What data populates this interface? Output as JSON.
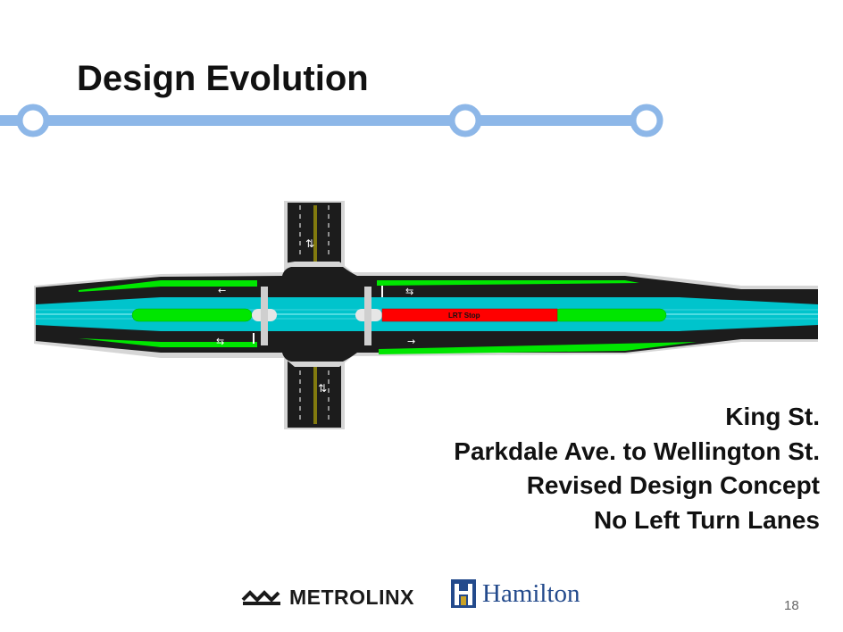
{
  "slide": {
    "title": "Design Evolution",
    "page_number": "18"
  },
  "caption": {
    "line1": "King St.",
    "line2": "Parkdale Ave. to Wellington St.",
    "line3": "Revised Design Concept",
    "line4": "No Left Turn Lanes"
  },
  "diagram": {
    "stop_label": "LRT Stop"
  },
  "logos": {
    "metrolinx": "METROLINX",
    "hamilton": "Hamilton"
  },
  "colors": {
    "accent_line": "#8db7e8",
    "road": "#1c1c1c",
    "transitway": "#00c4cc",
    "median": "#00e600",
    "stop_platform": "#ff0000",
    "hamilton_blue": "#234a8c"
  }
}
